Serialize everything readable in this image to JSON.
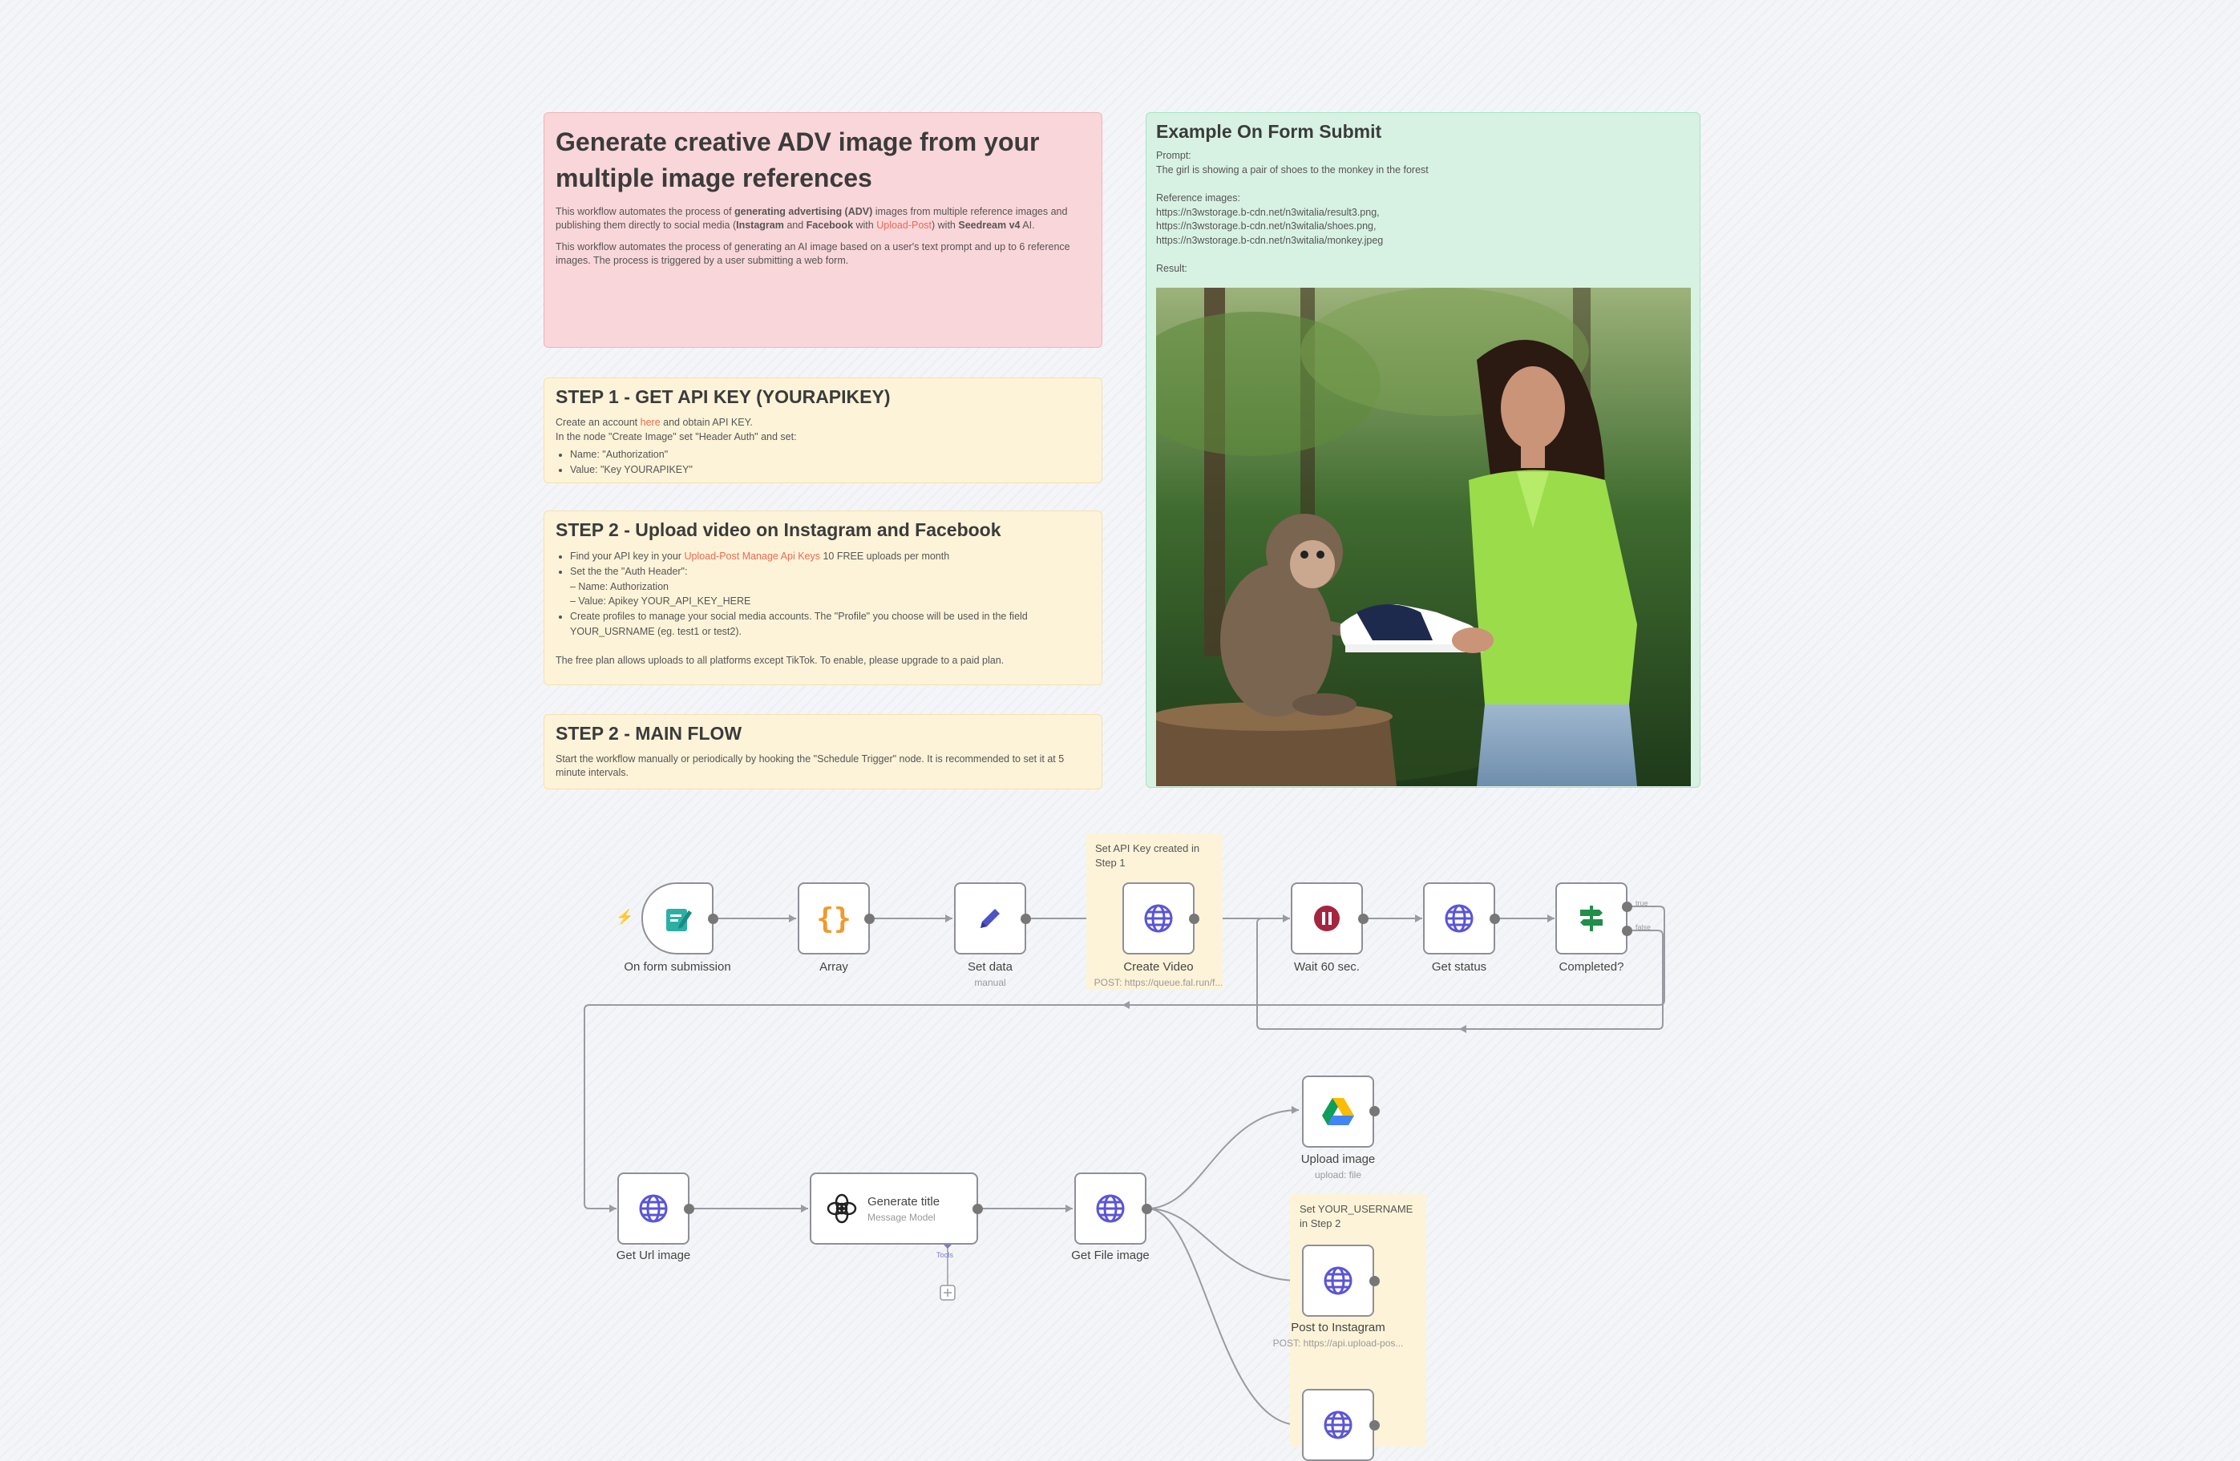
{
  "intro": {
    "title": "Generate creative ADV image from your multiple image references",
    "p1_a": "This workflow automates the process of ",
    "p1_b": "generating advertising (ADV)",
    "p1_c": " images from multiple reference images and publishing them directly to social media (",
    "p1_d": "Instagram",
    "p1_e": " and ",
    "p1_f": "Facebook",
    "p1_g": " with ",
    "p1_link": "Upload-Post",
    "p1_h": ") with ",
    "p1_i": "Seedream v4",
    "p1_j": " AI.",
    "p2": "This workflow automates the process of generating an AI image based on a user's text prompt and up to 6 reference images. The process is triggered by a user submitting a web form."
  },
  "step1": {
    "title": "STEP 1 - GET API KEY (YOURAPIKEY)",
    "line1_a": "Create an account ",
    "line1_link": "here",
    "line1_b": " and obtain API KEY.",
    "line2": "In the node \"Create Image\" set \"Header Auth\" and set:",
    "bullets": [
      "Name: \"Authorization\"",
      "Value: \"Key YOURAPIKEY\""
    ]
  },
  "step2": {
    "title": "STEP 2 - Upload video on Instagram and Facebook",
    "b1_a": "Find your API key in your ",
    "b1_link": "Upload-Post Manage Api Keys",
    "b1_b": " 10 FREE uploads per month",
    "b2": "Set the the \"Auth Header\":",
    "b2_s1": "– Name: Authorization",
    "b2_s2": "– Value: Apikey YOUR_API_KEY_HERE",
    "b3": "Create profiles to manage your social media accounts. The \"Profile\" you choose will be used in the field YOUR_USRNAME (eg. test1 or test2).",
    "footer": "The free plan allows uploads to all platforms except TikTok. To enable, please upgrade to a paid plan."
  },
  "step3": {
    "title": "STEP 2 - MAIN FLOW",
    "text": "Start the workflow manually or periodically by hooking the \"Schedule Trigger\" node. It is recommended to set it at 5 minute intervals."
  },
  "example": {
    "title": "Example On Form Submit",
    "prompt_label": "Prompt:",
    "prompt": "The girl is showing a pair of shoes to the monkey in the forest",
    "ref_label": "Reference images:",
    "refs": [
      "https://n3wstorage.b-cdn.net/n3witalia/result3.png,",
      "https://n3wstorage.b-cdn.net/n3witalia/shoes.png,",
      "https://n3wstorage.b-cdn.net/n3witalia/monkey.jpeg"
    ],
    "result_label": "Result:"
  },
  "stickies": {
    "api": "Set API Key created in Step 1",
    "username": "Set YOUR_USERNAME in Step 2"
  },
  "nodes": {
    "form": {
      "label": "On form submission"
    },
    "array": {
      "label": "Array"
    },
    "setdata": {
      "label": "Set data",
      "sub": "manual"
    },
    "createvideo": {
      "label": "Create Video",
      "sub": "POST: https://queue.fal.run/f..."
    },
    "wait": {
      "label": "Wait 60 sec."
    },
    "getstatus": {
      "label": "Get status"
    },
    "completed": {
      "label": "Completed?",
      "true_label": "true",
      "false_label": "false"
    },
    "geturl": {
      "label": "Get Url image"
    },
    "gentitle": {
      "label": "Generate title",
      "sub": "Message Model",
      "tools": "Tools"
    },
    "getfile": {
      "label": "Get File image"
    },
    "upload": {
      "label": "Upload image",
      "sub": "upload: file"
    },
    "postig": {
      "label": "Post to Instagram",
      "sub": "POST: https://api.upload-pos..."
    },
    "postfb": {
      "label": ""
    }
  },
  "icons": {
    "form": "form-icon",
    "array": "braces-icon",
    "setdata": "pencil-icon",
    "http": "globe-icon",
    "wait": "pause-icon",
    "if": "signpost-icon",
    "openai": "openai-icon",
    "drive": "google-drive-icon"
  },
  "colors": {
    "globe": "#5a55d6",
    "braces": "#ef9a2c",
    "pencil": "#4d52c4",
    "pause": "#a32540",
    "signpost": "#1f8f4a",
    "form": "#2bb0a5",
    "link": "#ec6a52"
  }
}
